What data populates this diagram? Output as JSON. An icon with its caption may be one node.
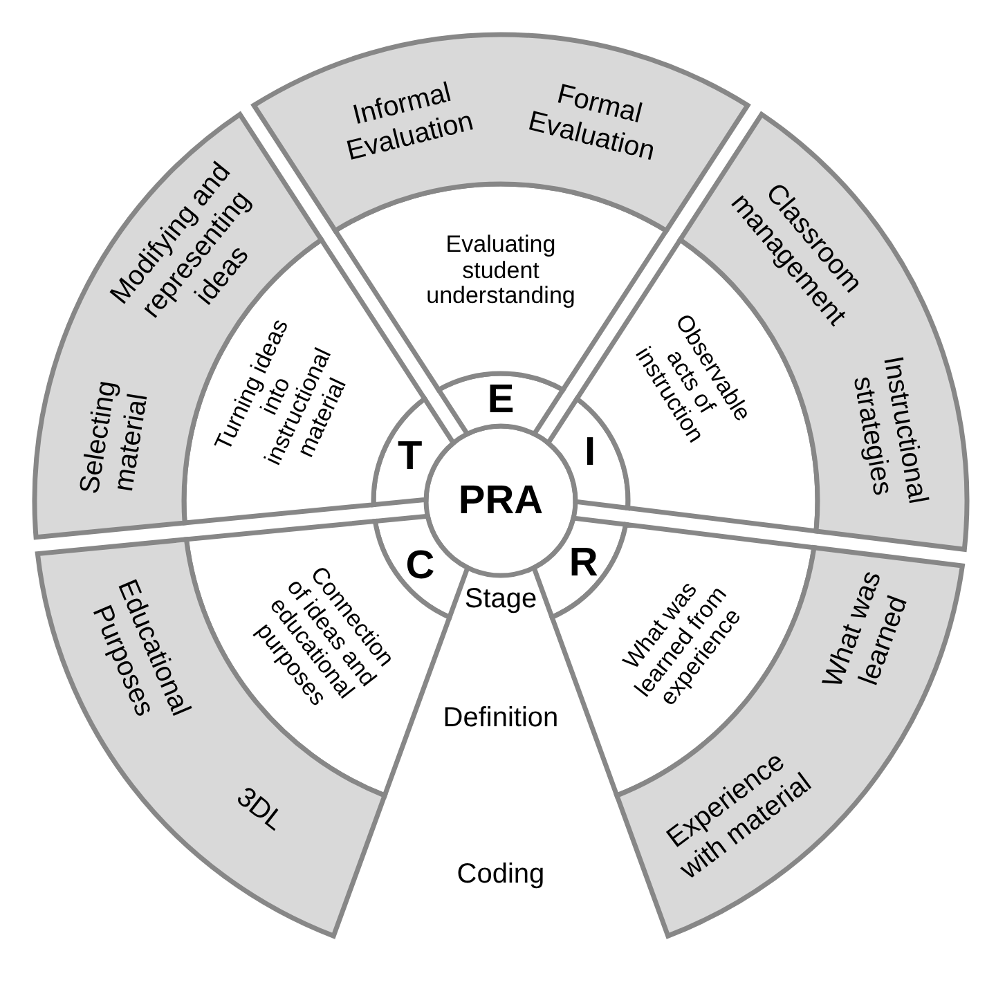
{
  "diagram": {
    "nodes": [
      {
        "text": [
          "PRA"
        ]
      },
      {
        "text": [
          "E"
        ]
      },
      {
        "text": [
          "I"
        ]
      },
      {
        "text": [
          "R"
        ]
      },
      {
        "text": [
          "C"
        ]
      },
      {
        "text": [
          "T"
        ]
      },
      {
        "text": [
          "Evaluating student understanding"
        ]
      },
      {
        "text": [
          "Observable acts of instruction"
        ]
      },
      {
        "text": [
          "What was learned from experience"
        ]
      },
      {
        "text": [
          "Connection of ideas and educational purposes"
        ]
      },
      {
        "text": [
          "Turning ideas into instructional material"
        ]
      },
      {
        "text": [
          "Informal Evaluation",
          "Formal Evaluation"
        ]
      },
      {
        "text": [
          "Classroom management",
          "Instructional strategies"
        ]
      },
      {
        "text": [
          "What was learned",
          "Experience with material"
        ]
      },
      {
        "text": [
          "Educational Purposes",
          "3DL"
        ]
      },
      {
        "text": [
          "Modifying and representing ideas",
          "Selecting material"
        ]
      }
    ],
    "labels": [
      "Stage",
      "Definition",
      "Coding"
    ]
  }
}
